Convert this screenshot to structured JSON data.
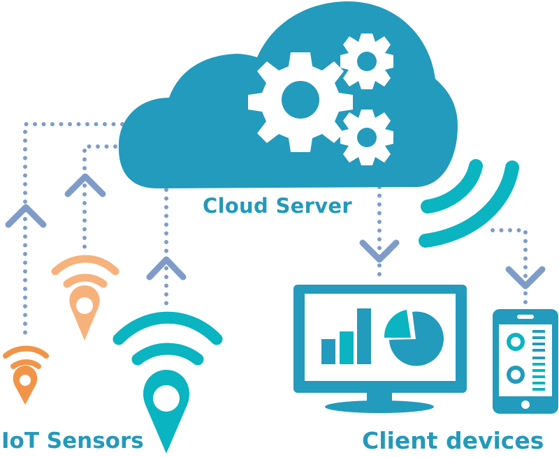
{
  "labels": {
    "cloud": "Cloud Server",
    "sensors": "IoT Sensors",
    "clients": "Client devices"
  },
  "colors": {
    "cloud": "#229bbd",
    "teal": "#0ab4c1",
    "orange": "#f29447",
    "light_orange": "#f7b27c",
    "connector": "#7f9cc9",
    "text": "#2399bb"
  },
  "icons": [
    "cloud-icon",
    "gear-icon",
    "wifi-signal-icon",
    "location-pin-icon",
    "monitor-icon",
    "bar-chart-icon",
    "pie-chart-icon",
    "smartphone-icon",
    "arrow-up-icon",
    "arrow-down-icon"
  ]
}
